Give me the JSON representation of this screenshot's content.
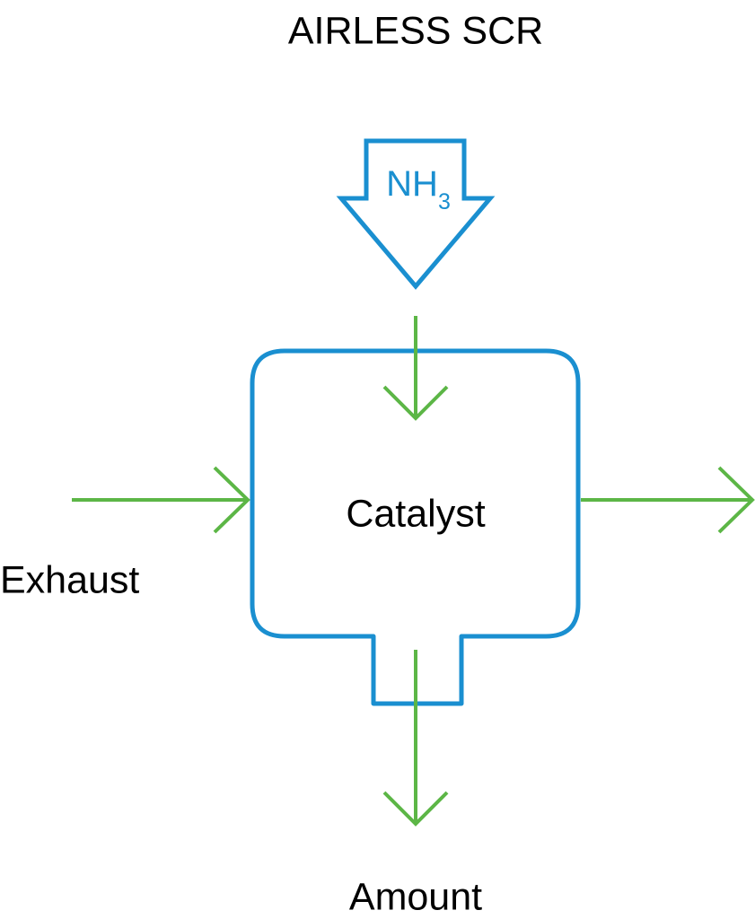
{
  "diagram": {
    "title": "AIRLESS SCR",
    "reagent": {
      "base": "NH",
      "subscript": "3"
    },
    "catalyst_label": "Catalyst",
    "input_label": "Exhaust",
    "output_label": "Amount"
  },
  "colors": {
    "outline": "#1a8fd0",
    "flow": "#5cb646",
    "text": "#000000",
    "background": "#ffffff"
  }
}
